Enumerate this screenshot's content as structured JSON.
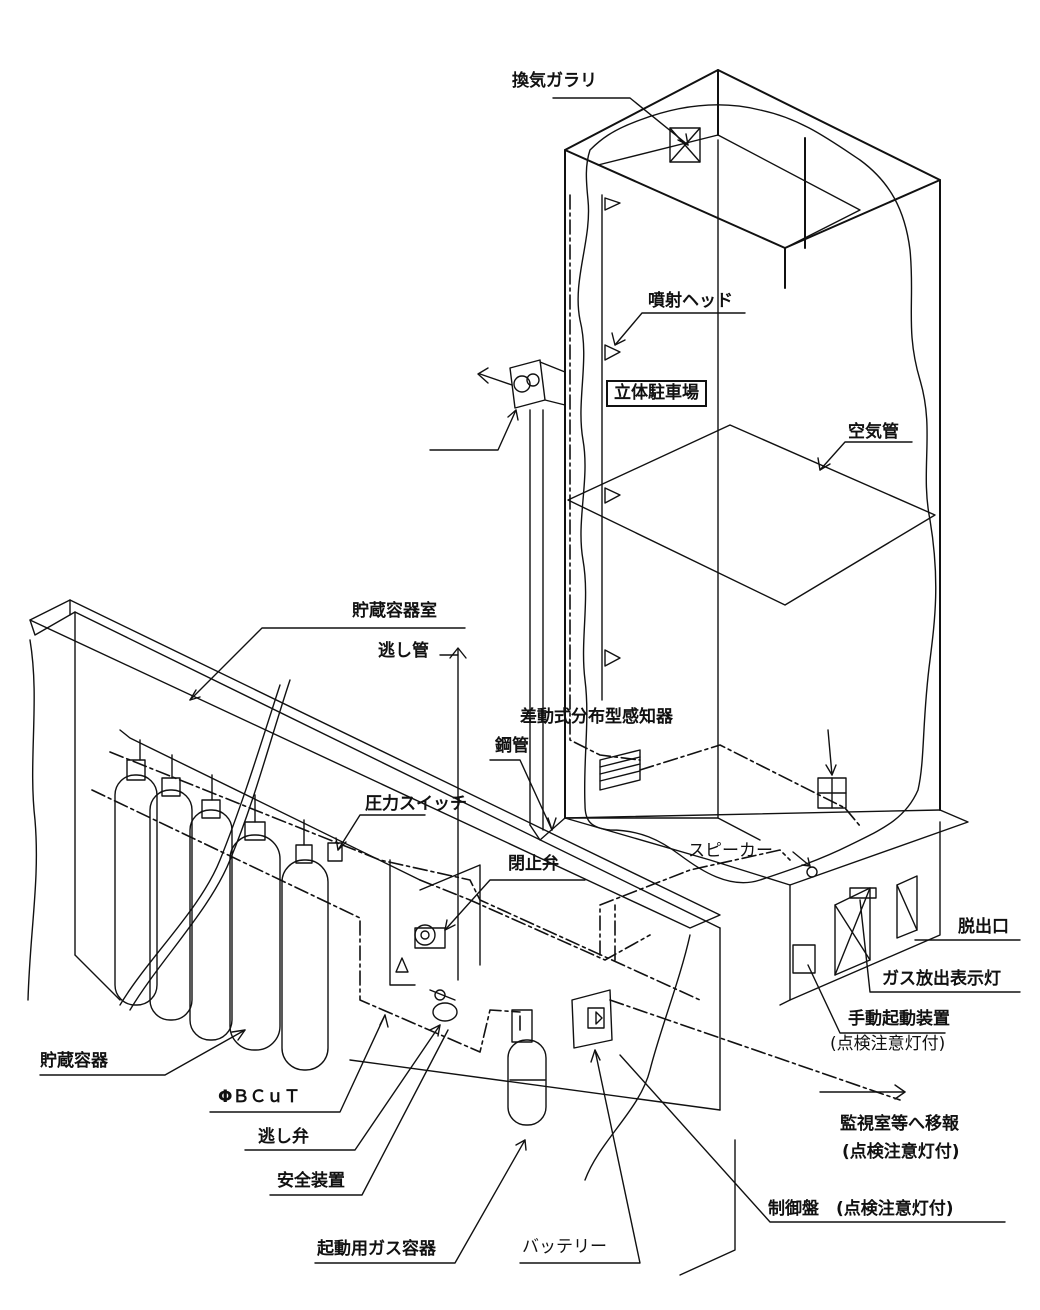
{
  "labels": {
    "ventilation_louver": "換気ガラリ",
    "discharge_head": "噴射ヘッド",
    "parking_tower": "立体駐車場",
    "air_tube": "空気管",
    "storage_room": "貯蔵容器室",
    "relief_pipe": "逃し管",
    "steel_pipe": "鋼管",
    "pressure_switch": "圧力スイッチ",
    "rate_of_rise_detector": "差動式分布型感知器",
    "speaker": "スピーカー",
    "shutoff_valve": "閉止弁",
    "exit": "脱出口",
    "gas_discharge_lamp": "ガス放出表示灯",
    "manual_start_device": "手動起動装置",
    "manual_start_note": "(点検注意灯付)",
    "storage_container": "貯蔵容器",
    "phi_bcut": "ΦＢＣｕＴ",
    "relief_valve": "逃し弁",
    "safety_device": "安全装置",
    "starter_gas_container": "起動用ガス容器",
    "battery": "バッテリー",
    "control_panel": "制御盤　(点検注意灯付)",
    "transfer_report": "監視室等へ移報",
    "transfer_note": "(点検注意灯付)"
  }
}
